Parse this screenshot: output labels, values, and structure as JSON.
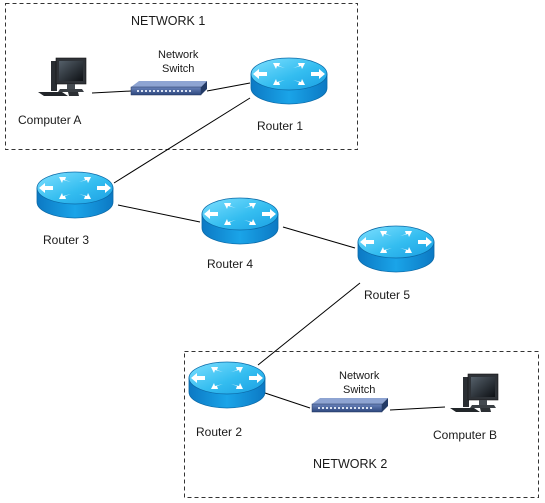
{
  "networks": [
    {
      "id": "network-1",
      "label": "NETWORK 1"
    },
    {
      "id": "network-2",
      "label": "NETWORK 2"
    }
  ],
  "devices": {
    "computer_a": {
      "label": "Computer A",
      "icon": "computer-icon"
    },
    "switch_1": {
      "line1": "Network",
      "line2": "Switch",
      "icon": "network-switch-icon"
    },
    "router_1": {
      "label": "Router 1",
      "icon": "router-icon"
    },
    "router_3": {
      "label": "Router 3",
      "icon": "router-icon"
    },
    "router_4": {
      "label": "Router 4",
      "icon": "router-icon"
    },
    "router_5": {
      "label": "Router 5",
      "icon": "router-icon"
    },
    "router_2": {
      "label": "Router 2",
      "icon": "router-icon"
    },
    "switch_2": {
      "line1": "Network",
      "line2": "Switch",
      "icon": "network-switch-icon"
    },
    "computer_b": {
      "label": "Computer B",
      "icon": "computer-icon"
    }
  },
  "links": [
    [
      "computer_a",
      "switch_1"
    ],
    [
      "switch_1",
      "router_1"
    ],
    [
      "router_1",
      "router_3"
    ],
    [
      "router_3",
      "router_4"
    ],
    [
      "router_4",
      "router_5"
    ],
    [
      "router_5",
      "router_2"
    ],
    [
      "router_2",
      "switch_2"
    ],
    [
      "switch_2",
      "computer_b"
    ]
  ],
  "colors": {
    "router_top": "#3fc4ee",
    "router_side": "#0f8fd6",
    "router_arrows": "#ffffff",
    "switch_body": "#3d5a9a",
    "link": "#000000",
    "network_border": "#333333"
  }
}
